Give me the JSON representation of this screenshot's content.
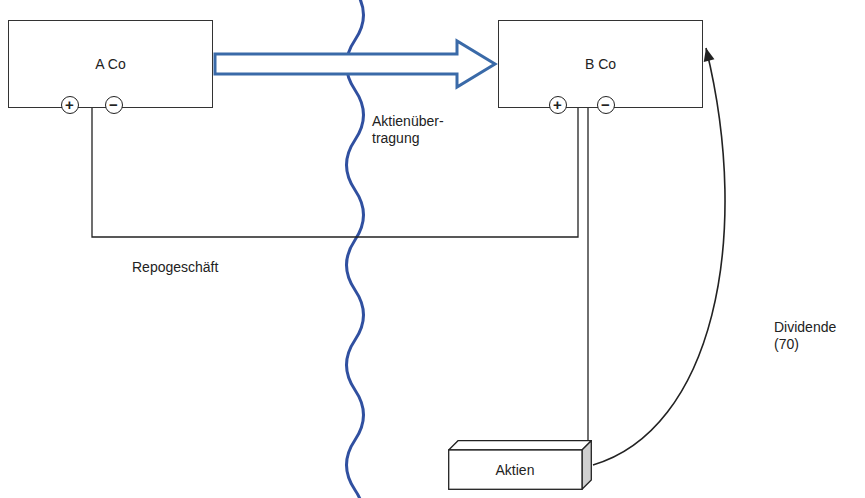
{
  "diagram": {
    "nodes": [
      {
        "text": [
          "A Co"
        ]
      },
      {
        "text": [
          "B Co"
        ]
      },
      {
        "text": [
          "Aktien"
        ]
      }
    ],
    "edges": [
      {
        "from": 0,
        "to": 1,
        "arrow": "to",
        "label": "Aktienüber- tragung"
      },
      {
        "from": 0,
        "to": 1,
        "arrow": "none",
        "label": "Repogeschäft"
      },
      {
        "from": 1,
        "to": 2,
        "arrow": "none"
      },
      {
        "from": 2,
        "to": 1,
        "arrow": "to",
        "label": "Dividende (70)"
      }
    ],
    "labels": [
      "+",
      "−",
      "+",
      "−"
    ]
  }
}
